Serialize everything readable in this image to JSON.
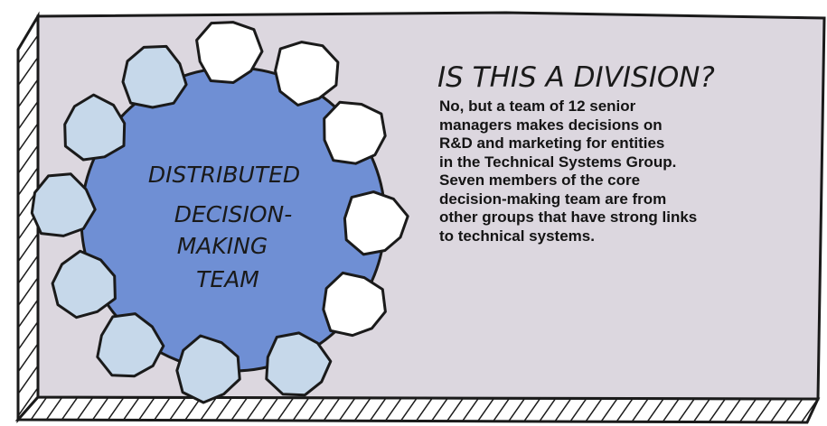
{
  "heading": "IS THIS A DIVISION?",
  "body_lines": [
    "No, but a team of 12 senior",
    "managers makes decisions on",
    "R&D and marketing for entities",
    "in the Technical Systems Group.",
    "Seven members of the core",
    "decision-making team are from",
    "other groups that have strong links",
    "to technical systems."
  ],
  "team_label_lines": [
    "DISTRIBUTED",
    "DECISION-",
    "MAKING",
    "TEAM"
  ],
  "member_count": 12,
  "colors": {
    "panel": "#dcd7df",
    "table": "#6f8fd4",
    "seat_light": "#c6d8ea",
    "seat_white": "#ffffff",
    "ink": "#1a1a1a"
  }
}
